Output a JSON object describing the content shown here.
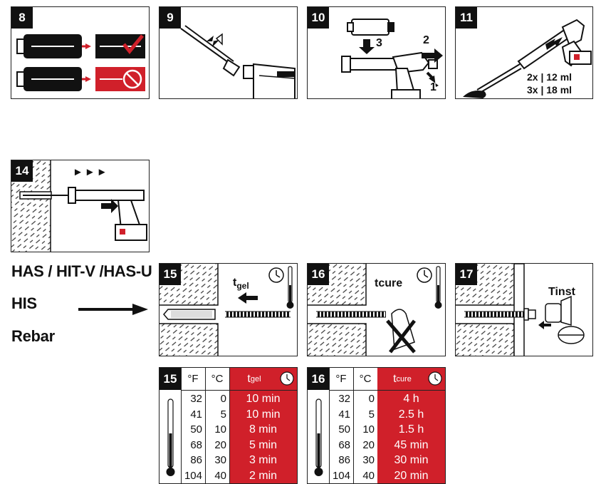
{
  "panels": {
    "p8": {
      "num": "8"
    },
    "p9": {
      "num": "9"
    },
    "p10": {
      "num": "10",
      "step3": "3",
      "step2": "2",
      "step1": "1"
    },
    "p11": {
      "num": "11",
      "line1": "2x | 12 ml",
      "line2": "3x | 18 ml"
    },
    "p14": {
      "num": "14",
      "arrows": "►►►"
    },
    "p15": {
      "num": "15",
      "label_main": "t",
      "label_sub": "gel"
    },
    "p16": {
      "num": "16",
      "label": "tcure"
    },
    "p17": {
      "num": "17",
      "label": "Tinst"
    }
  },
  "anchor_types": [
    "HAS / HIT-V /HAS-U",
    "HIS",
    "Rebar"
  ],
  "tables": {
    "gel": {
      "num": "15",
      "hdr_f": "°F",
      "hdr_c": "°C",
      "hdr_t_main": "t",
      "hdr_t_sub": "gel",
      "rows": [
        {
          "f": "32",
          "c": "0",
          "t": "10 min"
        },
        {
          "f": "41",
          "c": "5",
          "t": "10 min"
        },
        {
          "f": "50",
          "c": "10",
          "t": "8 min"
        },
        {
          "f": "68",
          "c": "20",
          "t": "5 min"
        },
        {
          "f": "86",
          "c": "30",
          "t": "3 min"
        },
        {
          "f": "104",
          "c": "40",
          "t": "2 min"
        }
      ]
    },
    "cure": {
      "num": "16",
      "hdr_f": "°F",
      "hdr_c": "°C",
      "hdr_t_main": "t",
      "hdr_t_sub": "cure",
      "rows": [
        {
          "f": "32",
          "c": "0",
          "t": "4 h"
        },
        {
          "f": "41",
          "c": "5",
          "t": "2.5 h"
        },
        {
          "f": "50",
          "c": "10",
          "t": "1.5 h"
        },
        {
          "f": "68",
          "c": "20",
          "t": "45 min"
        },
        {
          "f": "86",
          "c": "30",
          "t": "30 min"
        },
        {
          "f": "104",
          "c": "40",
          "t": "20 min"
        }
      ]
    }
  },
  "colors": {
    "accent_red": "#d0202a",
    "ink": "#111111"
  }
}
